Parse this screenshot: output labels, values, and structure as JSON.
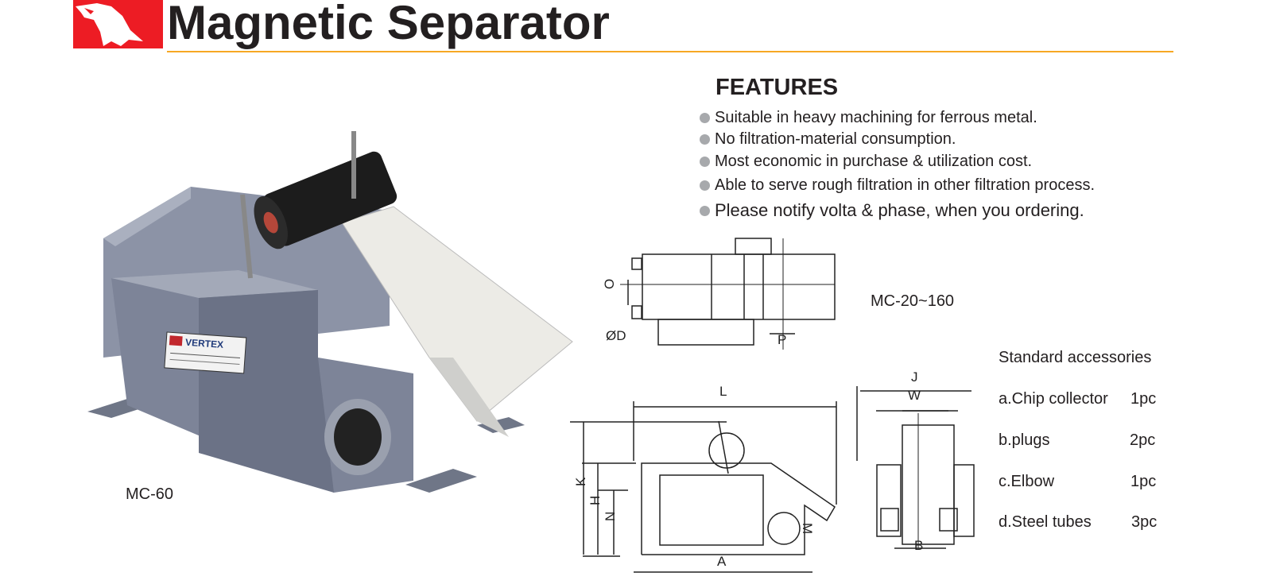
{
  "header": {
    "title": "Magnetic Separator"
  },
  "features": {
    "heading": "FEATURES",
    "items": [
      "Suitable in heavy machining for ferrous metal.",
      "No filtration-material consumption.",
      "Most economic in purchase & utilization cost.",
      "Able to serve rough filtration in other  filtration process.",
      "Please notify volta & phase, when you ordering."
    ]
  },
  "photo": {
    "caption": "MC-60",
    "brand_plate": "VERTEX"
  },
  "top_view": {
    "model": "MC-20~160",
    "labels": {
      "o": "O",
      "d": "ØD",
      "p": "P"
    }
  },
  "side_view": {
    "labels": {
      "l": "L",
      "k": "K",
      "h": "H",
      "n": "N",
      "m": "M",
      "a": "A"
    }
  },
  "front_view": {
    "labels": {
      "j": "J",
      "w": "W",
      "b": "B"
    }
  },
  "accessories": {
    "heading": "Standard accessories",
    "items": [
      {
        "name": "a.Chip collector",
        "qty": "1pc"
      },
      {
        "name": "b.plugs",
        "qty": "2pc"
      },
      {
        "name": "c.Elbow",
        "qty": "1pc"
      },
      {
        "name": "d.Steel tubes",
        "qty": "3pc"
      }
    ]
  },
  "colors": {
    "brand_red": "#ed1c24",
    "rule_orange": "#f7a823",
    "bullet_gray": "#a7a9ac"
  }
}
